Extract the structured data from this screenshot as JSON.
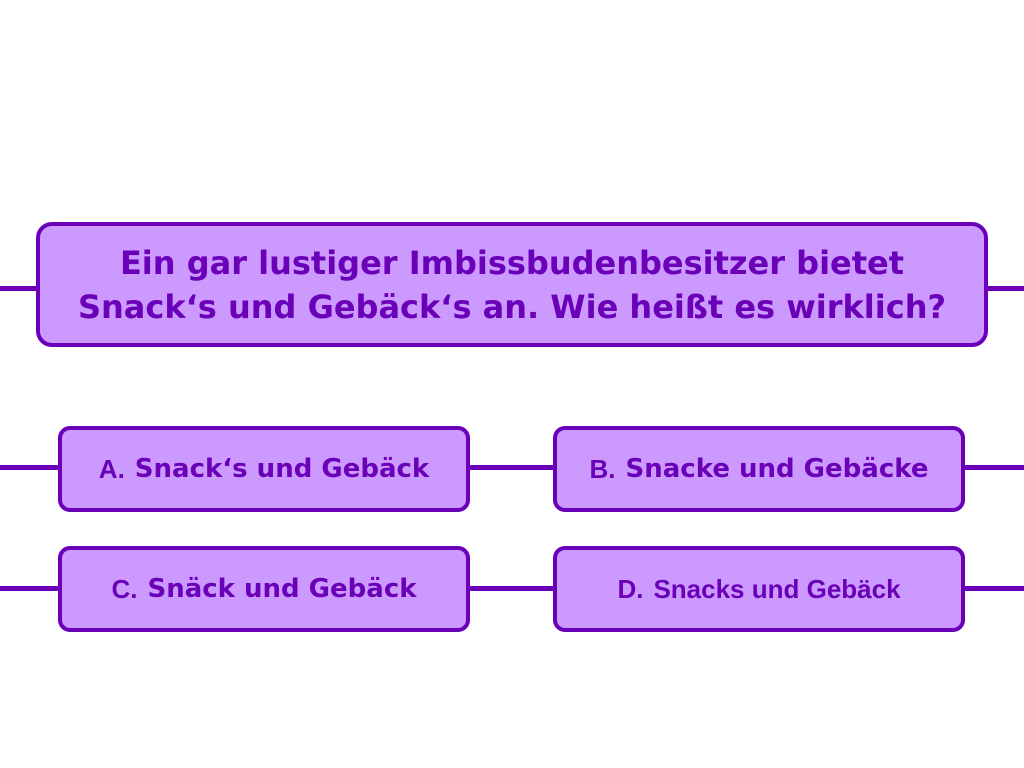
{
  "question": {
    "line1": "Ein gar lustiger Imbissbudenbesitzer bietet",
    "line2": "Snack‘s und Gebäck‘s an. Wie heißt es wirklich?"
  },
  "answers": [
    {
      "letter": "A.",
      "text": "Snack‘s und Gebäck"
    },
    {
      "letter": "B.",
      "text": "Snacke und Gebäcke"
    },
    {
      "letter": "C.",
      "text": "Snäck und Gebäck"
    },
    {
      "letter": "D.",
      "text": "Snacks und Gebäck"
    }
  ],
  "colors": {
    "box_fill": "#cc99ff",
    "border_and_text": "#6a00b8",
    "background": "#ffffff"
  }
}
